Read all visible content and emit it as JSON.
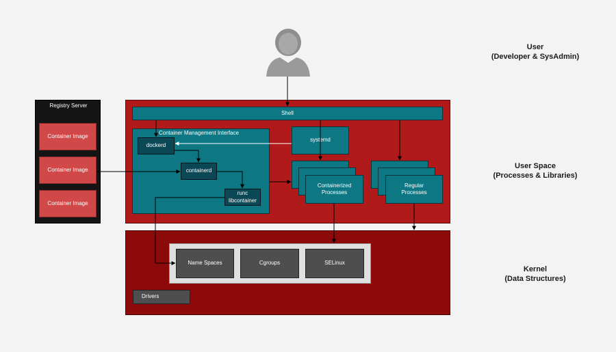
{
  "user": {
    "title": "User",
    "subtitle": "(Developer & SysAdmin)"
  },
  "user_space": {
    "title": "User Space",
    "subtitle": "(Processes & Libraries)"
  },
  "kernel": {
    "title": "Kernel",
    "subtitle": "(Data Structures)"
  },
  "registry": {
    "title": "Registry Server",
    "images": [
      "Container Image",
      "Container Image",
      "Container Image"
    ]
  },
  "shell": {
    "label": "Shell"
  },
  "cmi": {
    "label": "Container Management Interface",
    "dockerd": "dockerd",
    "containerd": "containerd",
    "runc": "runc libcontainer"
  },
  "systemd": {
    "label": "systemd"
  },
  "containerized": {
    "label": "Containerized Processes"
  },
  "regular": {
    "label": "Regular Processes"
  },
  "kernel_parts": {
    "namespaces": "Name Spaces",
    "cgroups": "Cgroups",
    "selinux": "SELinux",
    "drivers": "Drivers"
  },
  "colors": {
    "user_space_red": "#b01a1a",
    "kernel_red": "#8c0a0a",
    "teal": "#0d7783",
    "dark_teal": "#0b4754",
    "container_image_red": "#d04848",
    "kernel_gray": "#4e4e4e"
  },
  "icons": {
    "user": "user-silhouette-icon"
  }
}
